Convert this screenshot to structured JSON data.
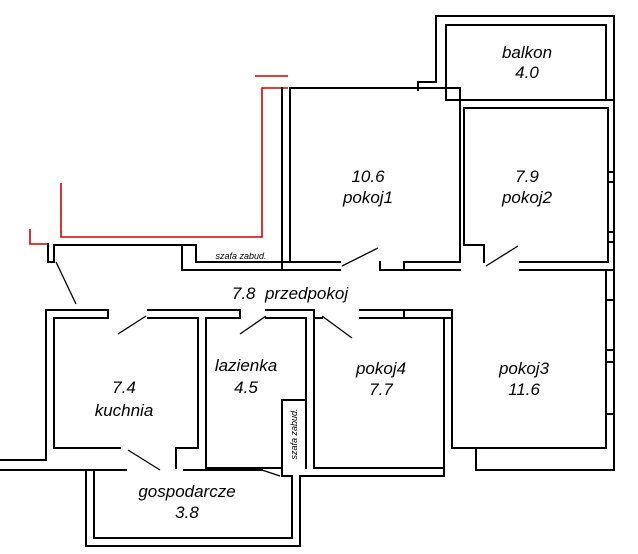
{
  "rooms": {
    "balkon": {
      "name": "balkon",
      "area": "4.0"
    },
    "pokoj1": {
      "name": "pokoj1",
      "area": "10.6"
    },
    "pokoj2": {
      "name": "pokoj2",
      "area": "7.9"
    },
    "przedpokoj": {
      "label": "7.8  przedpokoj"
    },
    "kuchnia": {
      "name": "kuchnia",
      "area": "7.4"
    },
    "lazienka": {
      "name": "lazienka",
      "area": "4.5"
    },
    "pokoj4": {
      "name": "pokoj4",
      "area": "7.7"
    },
    "pokoj3": {
      "name": "pokoj3",
      "area": "11.6"
    },
    "gospodarcze": {
      "name": "gospodarcze",
      "area": "3.8"
    }
  },
  "closets": {
    "top": "szafa zabud.",
    "side": "szafa zabud."
  },
  "colors": {
    "wall": "#000000",
    "outline_red": "#d40000"
  }
}
